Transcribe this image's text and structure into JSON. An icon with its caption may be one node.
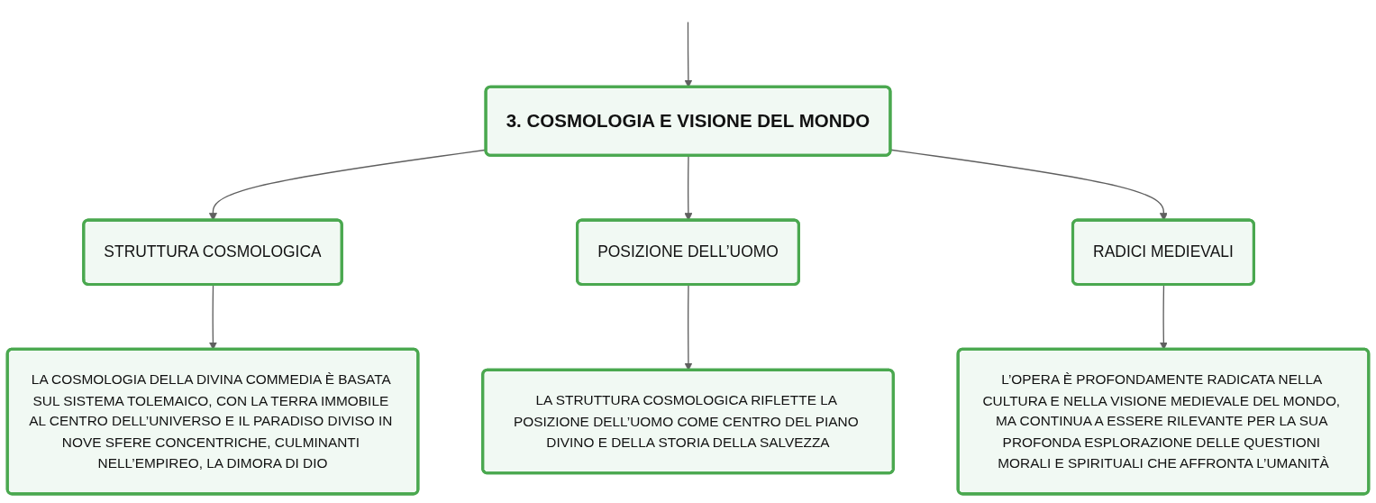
{
  "diagram": {
    "nodes": [
      {
        "text": [
          "3. COSMOLOGIA E VISIONE DEL MONDO"
        ]
      },
      {
        "text": [
          "STRUTTURA COSMOLOGICA"
        ]
      },
      {
        "text": [
          "POSIZIONE DELL’UOMO"
        ]
      },
      {
        "text": [
          "RADICI MEDIEVALI"
        ]
      },
      {
        "text": [
          "LA COSMOLOGIA DELLA DIVINA COMMEDIA È BASATA SUL SISTEMA TOLEMAICO, CON LA TERRA IMMOBILE AL CENTRO DELL’UNIVERSO E IL PARADISO DIVISO IN NOVE SFERE CONCENTRICHE, CULMINANTI NELL’EMPIREO, LA DIMORA DI DIO"
        ]
      },
      {
        "text": [
          "LA STRUTTURA COSMOLOGICA RIFLETTE LA POSIZIONE DELL’UOMO COME CENTRO DEL PIANO DIVINO E DELLA STORIA DELLA SALVEZZA"
        ]
      },
      {
        "text": [
          "L’OPERA È PROFONDAMENTE RADICATA NELLA CULTURA E NELLA VISIONE MEDIEVALE DEL MONDO, MA CONTINUA A ESSERE RILEVANTE PER LA SUA PROFONDA ESPLORAZIONE DELLE QUESTIONI MORALI E SPIRITUALI CHE AFFRONTA L’UMANITÀ"
        ]
      }
    ],
    "edges": [
      {
        "from": null,
        "to": 0,
        "arrow": "to"
      },
      {
        "from": 0,
        "to": 1,
        "arrow": "to"
      },
      {
        "from": 0,
        "to": 2,
        "arrow": "to"
      },
      {
        "from": 0,
        "to": 3,
        "arrow": "to"
      },
      {
        "from": 1,
        "to": 4,
        "arrow": "to"
      },
      {
        "from": 2,
        "to": 5,
        "arrow": "to"
      },
      {
        "from": 3,
        "to": 6,
        "arrow": "to"
      }
    ]
  }
}
